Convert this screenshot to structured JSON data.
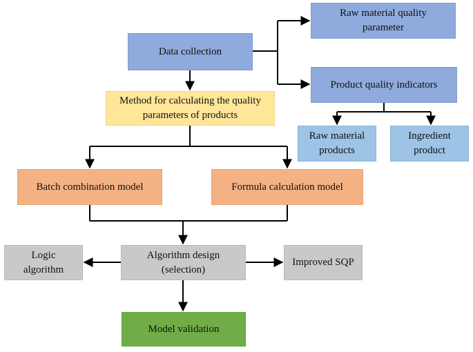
{
  "colors": {
    "blue": "#8faadc",
    "light_blue": "#9dc3e6",
    "yellow": "#ffe699",
    "orange": "#f4b183",
    "gray": "#c9c9c9",
    "green": "#70ad47",
    "line": "#000000"
  },
  "nodes": {
    "data_collection": "Data collection",
    "raw_material_quality_parameter": "Raw material quality\nparameter",
    "product_quality_indicators": "Product quality indicators",
    "raw_material_products": "Raw material\nproducts",
    "ingredient_product": "Ingredient\nproduct",
    "calc_method": "Method for calculating the quality\nparameters of products",
    "batch_combination_model": "Batch combination model",
    "formula_calculation_model": "Formula calculation model",
    "algorithm_design": "Algorithm design\n(selection)",
    "logic_algorithm": "Logic\nalgorithm",
    "improved_sqp": "Improved SQP",
    "model_validation": "Model validation"
  }
}
